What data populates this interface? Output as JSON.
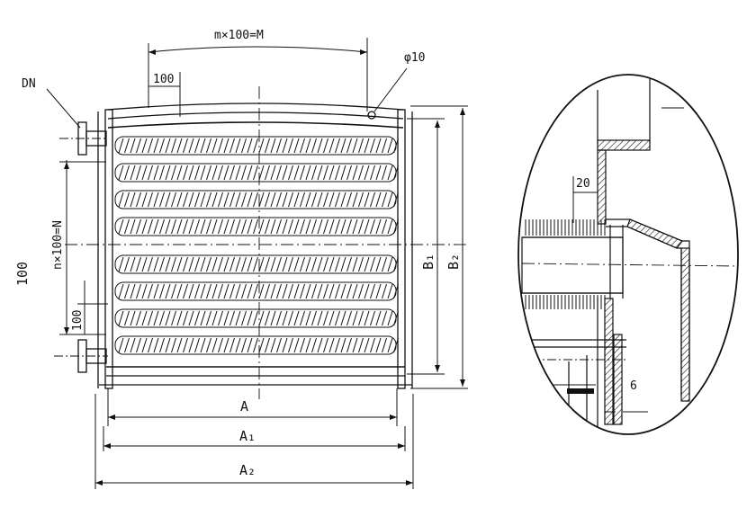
{
  "labels": {
    "m_spacing": "m×100=M",
    "phi": "φ10",
    "pitch_top": "100",
    "dn": "DN",
    "n_spacing": "n×100=N",
    "pitch_left": "100",
    "side_stub": "100",
    "b1": "B₁",
    "b2": "B₂",
    "a": "A",
    "a1": "A₁",
    "a2": "A₂",
    "detail_gap": "20",
    "detail_thk": "6"
  },
  "colors": {
    "line": "#111111",
    "background": "#ffffff"
  }
}
